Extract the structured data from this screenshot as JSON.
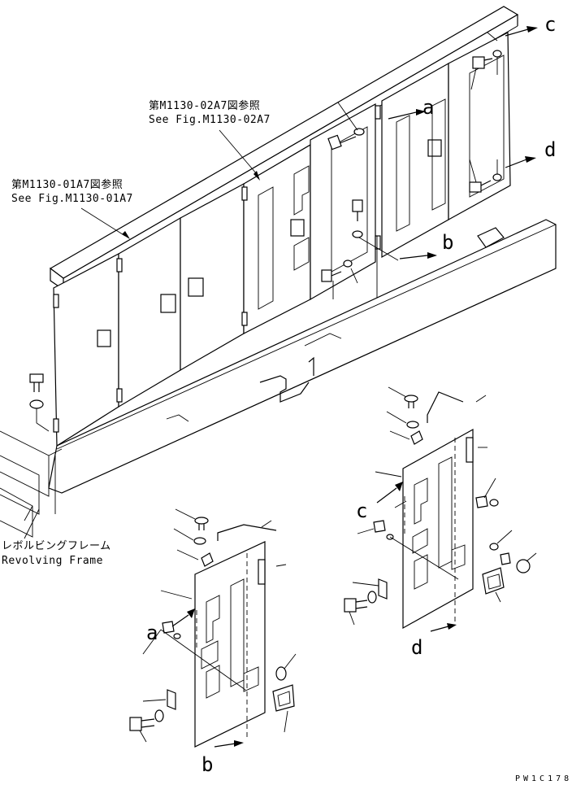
{
  "references": {
    "upper_jp": "第M1130-02A7図参照",
    "upper_en": "See Fig.M1130-02A7",
    "left_jp": "第M1130-01A7図参照",
    "left_en": "See Fig.M1130-01A7"
  },
  "frame_label": {
    "jp": "レボルビングフレーム",
    "en": "Revolving Frame"
  },
  "view_letters": {
    "a_top": "a",
    "b_top": "b",
    "c_top": "c",
    "d_top": "d",
    "a_detail": "a",
    "b_detail": "b",
    "c_detail": "c",
    "d_detail": "d"
  },
  "drawing_code": "PW1C178"
}
